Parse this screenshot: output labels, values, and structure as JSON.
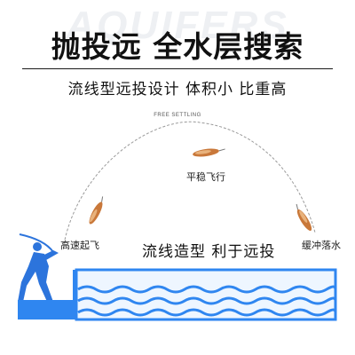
{
  "watermark": "AQUIFERS",
  "title": "抛投远 全水层搜索",
  "subtitle": "流线型远投设计 体积小 比重高",
  "caption_en": "FREE SETTLING",
  "labels": {
    "flight": "平稳飞行",
    "launch": "高速起飞",
    "settle": "缓冲落水",
    "center": "流线造型 利于远投"
  },
  "colors": {
    "water": "#2f86f0",
    "pool_fill": "#e9f3ff",
    "angler": "#2c74dc",
    "lure_body": "#c9783a",
    "arc": "#9a9a9a"
  }
}
